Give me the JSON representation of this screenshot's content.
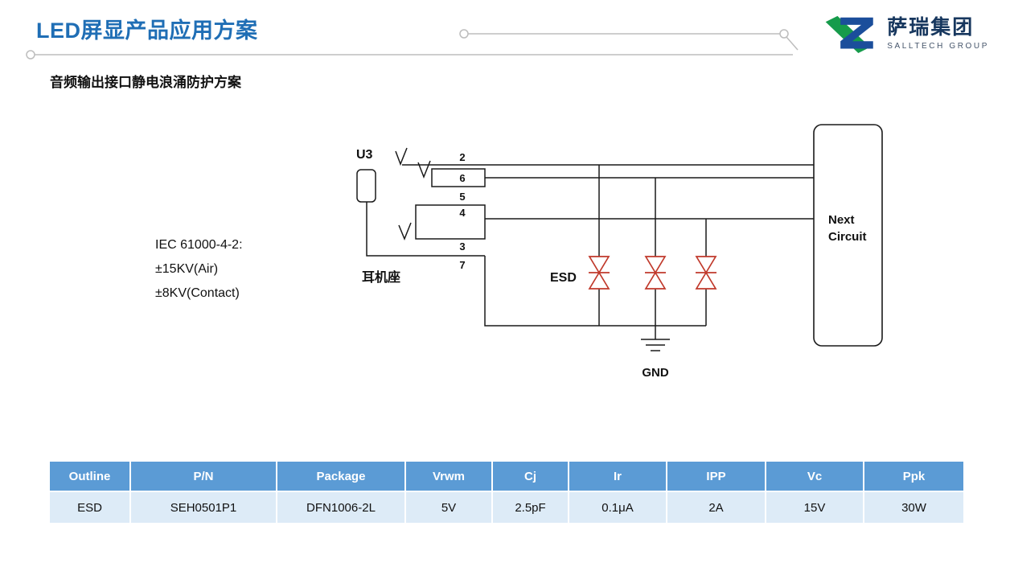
{
  "header": {
    "title": "LED屏显产品应用方案",
    "logo_name": "萨瑞集团",
    "logo_subtext": "SALLTECH GROUP"
  },
  "subtitle": "音频输出接口静电浪涌防护方案",
  "diagram": {
    "u3_label": "U3",
    "jack_label": "耳机座",
    "iec_line1": "IEC 61000-4-2:",
    "iec_line2": "±15KV(Air)",
    "iec_line3": "±8KV(Contact)",
    "esd_label": "ESD",
    "gnd_label": "GND",
    "next_circuit_line1": "Next",
    "next_circuit_line2": "Circuit",
    "pin2": "2",
    "pin6": "6",
    "pin5": "5",
    "pin4": "4",
    "pin3": "3",
    "pin7": "7"
  },
  "table": {
    "headers": [
      "Outline",
      "P/N",
      "Package",
      "Vrwm",
      "Cj",
      "Ir",
      "IPP",
      "Vc",
      "Ppk"
    ],
    "row": [
      "ESD",
      "SEH0501P1",
      "DFN1006-2L",
      "5V",
      "2.5pF",
      "0.1μA",
      "2A",
      "15V",
      "30W"
    ]
  },
  "colors": {
    "title_blue": "#1F6EB5",
    "table_header_bg": "#5B9BD5",
    "table_row_bg": "#DDEBF7",
    "diode_red": "#C0392B",
    "logo_green": "#169B4B",
    "logo_blue": "#1B4E9B"
  }
}
